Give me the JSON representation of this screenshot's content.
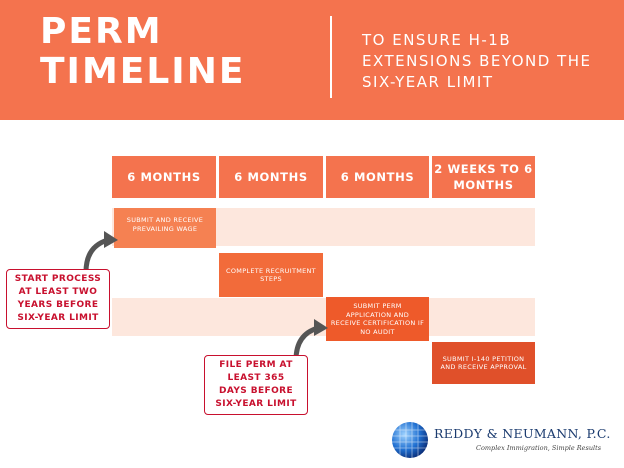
{
  "header": {
    "title_line1": "PERM",
    "title_line2": "TIMELINE",
    "subtitle": "TO ENSURE H-1B EXTENSIONS BEYOND THE SIX-YEAR LIMIT"
  },
  "columns": [
    "6 MONTHS",
    "6 MONTHS",
    "6 MONTHS",
    "2 WEEKS TO 6 MONTHS"
  ],
  "tasks": [
    "SUBMIT AND RECEIVE PREVAILING WAGE",
    "COMPLETE RECRUITMENT STEPS",
    "SUBMIT PERM APPLICATION AND RECEIVE CERTIFICATION IF NO AUDIT",
    "SUBMIT I-140 PETITION AND RECEIVE APPROVAL"
  ],
  "callouts": {
    "start": "START PROCESS AT LEAST TWO YEARS BEFORE SIX-YEAR LIMIT",
    "file": "FILE PERM AT LEAST 365 DAYS BEFORE SIX-YEAR LIMIT"
  },
  "brand": {
    "name": "REDDY & NEUMANN, P.C.",
    "tagline": "Complex Immigration, Simple Results"
  },
  "colors": {
    "primary": "#f4734e",
    "task1": "#f58152",
    "task2": "#f26b3a",
    "task3": "#ee5a2a",
    "task4": "#e0502a",
    "callout": "#c8102e"
  }
}
